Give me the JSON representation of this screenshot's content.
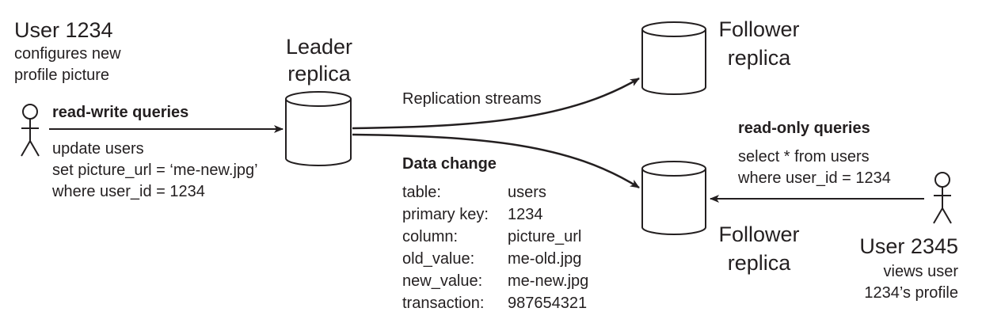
{
  "user1": {
    "name": "User 1234",
    "desc": "configures new\nprofile picture",
    "query_title": "read-write queries",
    "query": "update users\nset picture_url = ‘me-new.jpg’\nwhere user_id = 1234"
  },
  "leader": {
    "label": "Leader\nreplica"
  },
  "follower_top": {
    "label": "Follower\nreplica"
  },
  "follower_bottom": {
    "label": "Follower\nreplica"
  },
  "replication_label": "Replication streams",
  "data_change": {
    "title": "Data change",
    "rows": [
      {
        "key": "table:",
        "value": "users"
      },
      {
        "key": "primary key:",
        "value": "1234"
      },
      {
        "key": "column:",
        "value": "picture_url"
      },
      {
        "key": "old_value:",
        "value": "me-old.jpg"
      },
      {
        "key": "new_value:",
        "value": "me-new.jpg"
      },
      {
        "key": "transaction:",
        "value": "987654321"
      }
    ]
  },
  "user2": {
    "name": "User 2345",
    "desc": "views user\n1234’s profile",
    "query_title": "read-only queries",
    "query": "select * from users\nwhere user_id = 1234"
  }
}
